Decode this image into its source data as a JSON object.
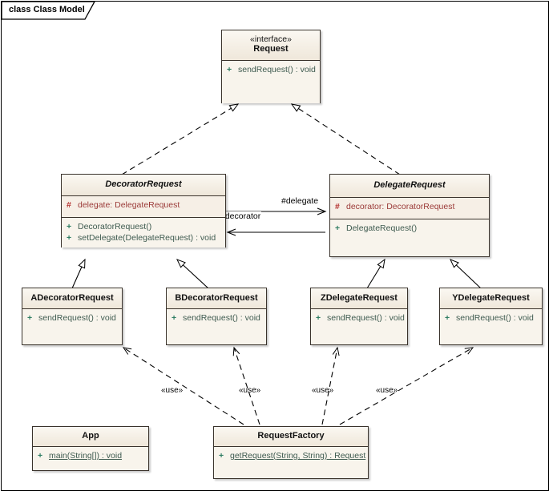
{
  "frame": {
    "label": "class Class Model"
  },
  "colors": {
    "box_fill": "#f8f4ec",
    "header_fill": "#efe7da",
    "attr_fill": "#f6efe6",
    "border": "#3a332c",
    "attribute_text": "#9b3a38",
    "operation_text": "#3f5b50",
    "line": "#000000"
  },
  "classes": [
    {
      "id": "request",
      "stereotype": "«interface»",
      "name": "Request",
      "abstract": false,
      "attributes": [],
      "operations": [
        {
          "visibility": "+",
          "text": "sendRequest() : void",
          "static": false
        }
      ]
    },
    {
      "id": "decorator-request",
      "stereotype": "",
      "name": "DecoratorRequest",
      "abstract": true,
      "attributes": [
        {
          "visibility": "#",
          "text": "delegate:  DelegateRequest"
        }
      ],
      "operations": [
        {
          "visibility": "+",
          "text": "DecoratorRequest()",
          "static": false
        },
        {
          "visibility": "+",
          "text": "setDelegate(DelegateRequest) : void",
          "static": false
        }
      ]
    },
    {
      "id": "delegate-request",
      "stereotype": "",
      "name": "DelegateRequest",
      "abstract": true,
      "attributes": [
        {
          "visibility": "#",
          "text": "decorator:  DecoratorRequest"
        }
      ],
      "operations": [
        {
          "visibility": "+",
          "text": "DelegateRequest()",
          "static": false
        }
      ]
    },
    {
      "id": "a-decorator-request",
      "stereotype": "",
      "name": "ADecoratorRequest",
      "abstract": false,
      "attributes": [],
      "operations": [
        {
          "visibility": "+",
          "text": "sendRequest() : void",
          "static": false
        }
      ]
    },
    {
      "id": "b-decorator-request",
      "stereotype": "",
      "name": "BDecoratorRequest",
      "abstract": false,
      "attributes": [],
      "operations": [
        {
          "visibility": "+",
          "text": "sendRequest() : void",
          "static": false
        }
      ]
    },
    {
      "id": "z-delegate-request",
      "stereotype": "",
      "name": "ZDelegateRequest",
      "abstract": false,
      "attributes": [],
      "operations": [
        {
          "visibility": "+",
          "text": "sendRequest() : void",
          "static": false
        }
      ]
    },
    {
      "id": "y-delegate-request",
      "stereotype": "",
      "name": "YDelegateRequest",
      "abstract": false,
      "attributes": [],
      "operations": [
        {
          "visibility": "+",
          "text": "sendRequest() : void",
          "static": false
        }
      ]
    },
    {
      "id": "app",
      "stereotype": "",
      "name": "App",
      "abstract": false,
      "attributes": [],
      "operations": [
        {
          "visibility": "+",
          "text": "main(String[]) : void",
          "static": true
        }
      ]
    },
    {
      "id": "request-factory",
      "stereotype": "",
      "name": "RequestFactory",
      "abstract": false,
      "attributes": [],
      "operations": [
        {
          "visibility": "+",
          "text": "getRequest(String, String) : Request",
          "static": true
        }
      ]
    }
  ],
  "association_labels": {
    "delegate": "#delegate",
    "decorator": "#decorator"
  },
  "use_labels": [
    {
      "text": "«use»"
    },
    {
      "text": "«use»"
    },
    {
      "text": "«use»"
    },
    {
      "text": "«use»"
    }
  ]
}
